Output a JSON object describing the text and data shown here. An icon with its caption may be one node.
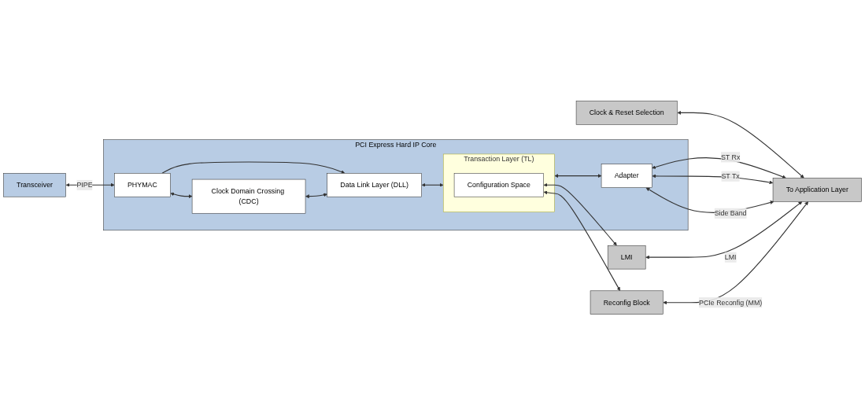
{
  "diagram": {
    "nodes": [
      {
        "text": [
          "Clock & Reset Selection"
        ]
      },
      {
        "text": [
          "To Application Layer"
        ]
      },
      {
        "text": [
          "PCI Express Hard IP Core"
        ]
      },
      {
        "text": [
          "Transceiver"
        ]
      },
      {
        "text": [
          "PHYMAC"
        ],
        "in": 2
      },
      {
        "text": [
          "Clock Domain Crossing (CDC)"
        ],
        "in": 2
      },
      {
        "text": [
          "Data Link Layer (DLL)"
        ],
        "in": 2
      },
      {
        "text": [
          "Transaction Layer (TL)"
        ],
        "in": 2
      },
      {
        "text": [
          "Configuration Space"
        ],
        "in": 7
      },
      {
        "text": [
          "Adapter"
        ],
        "in": 2
      },
      {
        "text": [
          "LMI"
        ]
      },
      {
        "text": [
          "Reconfig Block"
        ]
      }
    ],
    "edges": [
      {
        "from": 0,
        "to": 1,
        "arrow": "both"
      },
      {
        "from": 3,
        "to": 4,
        "arrow": "both",
        "label": "PIPE"
      },
      {
        "from": 4,
        "to": 6,
        "arrow": "to"
      },
      {
        "from": 4,
        "to": 5,
        "arrow": "both"
      },
      {
        "from": 5,
        "to": 6,
        "arrow": "both"
      },
      {
        "from": 6,
        "to": 7,
        "arrow": "both"
      },
      {
        "from": 7,
        "to": 9,
        "arrow": "both"
      },
      {
        "from": 9,
        "to": 1,
        "arrow": "both",
        "label": "ST Rx"
      },
      {
        "from": 9,
        "to": 1,
        "arrow": "both",
        "label": "ST Tx"
      },
      {
        "from": 9,
        "to": 1,
        "arrow": "both",
        "label": "Side Band"
      },
      {
        "from": 8,
        "to": 10,
        "arrow": "both"
      },
      {
        "from": 8,
        "to": 11,
        "arrow": "both"
      },
      {
        "from": 10,
        "to": 1,
        "arrow": "both",
        "label": "LMI"
      },
      {
        "from": 11,
        "to": 1,
        "arrow": "both",
        "label": "PCIe Reconfig (MM)"
      }
    ]
  }
}
